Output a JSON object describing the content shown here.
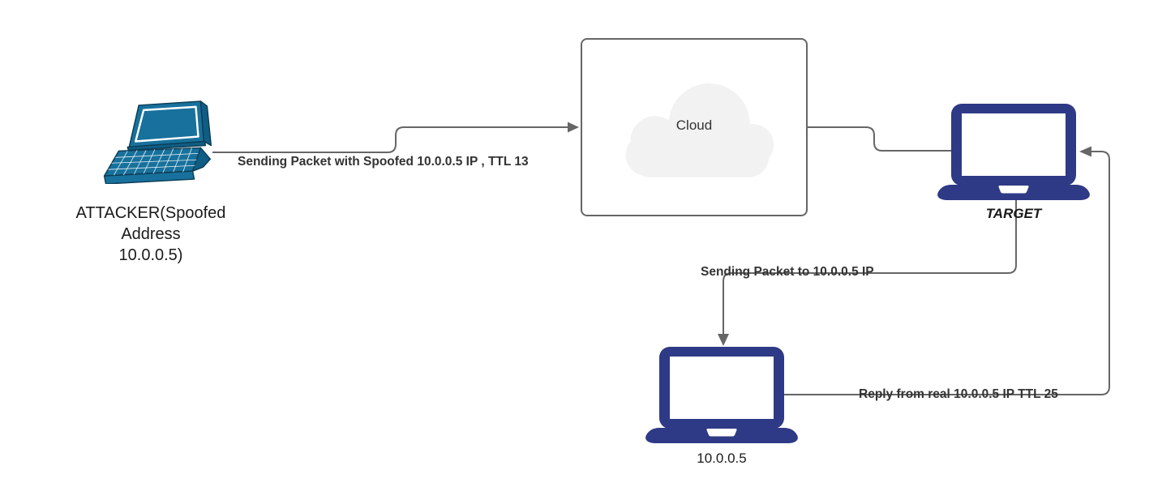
{
  "diagram": {
    "colors": {
      "background": "#ffffff",
      "connector": "#666666",
      "laptop_navy": "#2e3a85",
      "laptop_teal": "#17719c",
      "laptop_teal_outline": "#0d3d56",
      "cloud_fill": "#f2f2f2",
      "cloud_border": "#666666",
      "edge_label": "#333333",
      "node_label": "#1a1a1a"
    },
    "nodes": {
      "attacker": {
        "label": "ATTACKER(Spoofed\nAddress\n10.0.0.5)"
      },
      "cloud": {
        "label": "Cloud"
      },
      "target": {
        "label": "TARGET"
      },
      "real_host": {
        "label": "10.0.0.5"
      }
    },
    "edges": {
      "attacker_to_cloud": {
        "label": "Sending Packet with Spoofed 10.0.0.5 IP , TTL 13"
      },
      "target_to_real": {
        "label": "Sending Packet to 10.0.0.5 IP"
      },
      "real_to_target": {
        "label": "Reply from real 10.0.0.5 IP TTL 25"
      }
    }
  }
}
